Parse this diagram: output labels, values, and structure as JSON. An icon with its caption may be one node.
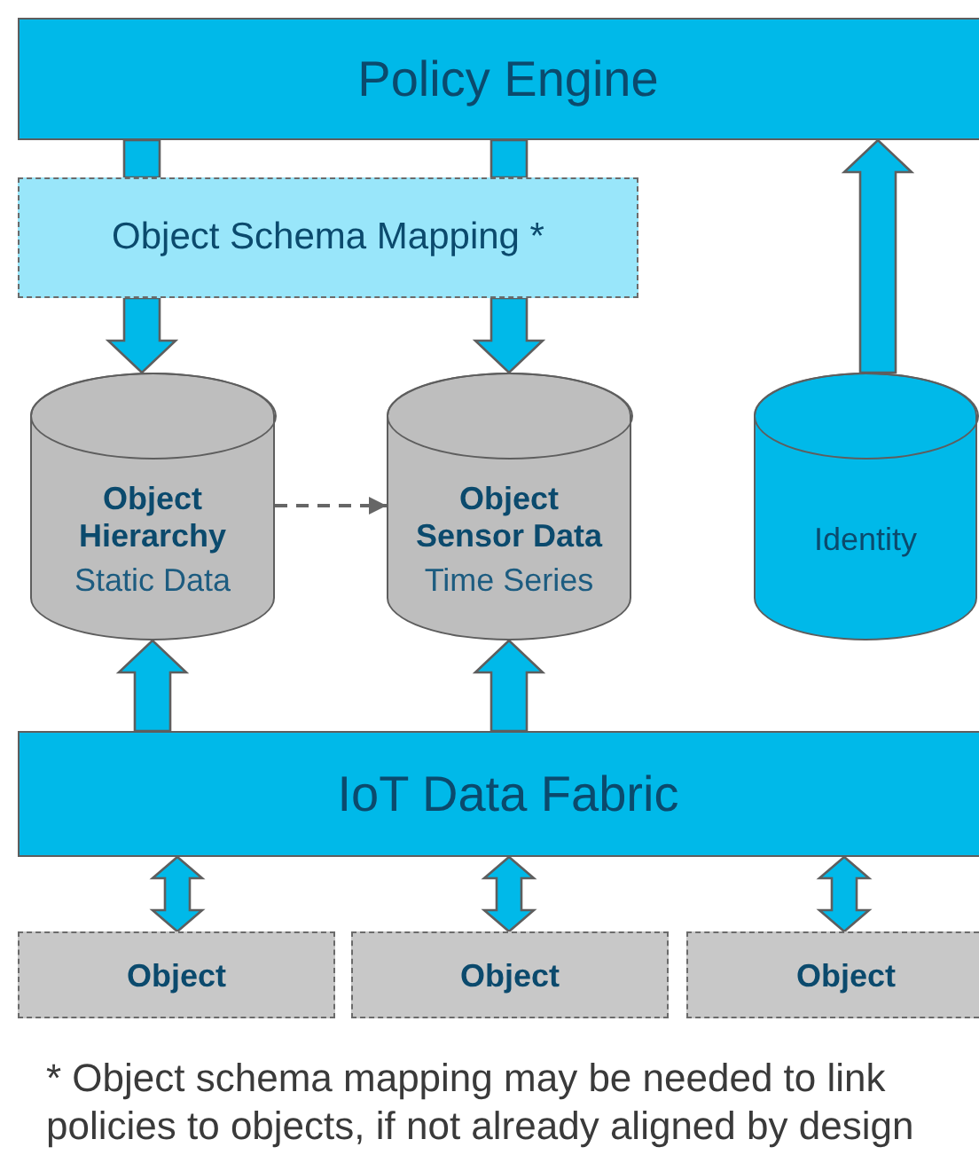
{
  "diagram": {
    "nodes": [
      {
        "text": [
          "Policy Engine"
        ]
      },
      {
        "text": [
          "Object Schema Mapping *"
        ]
      },
      {
        "text": [
          "Object Hierarchy",
          "Static Data"
        ]
      },
      {
        "text": [
          "Object Sensor Data",
          "Time Series"
        ]
      },
      {
        "text": [
          "Identity"
        ]
      },
      {
        "text": [
          "IoT Data Fabric"
        ]
      },
      {
        "text": [
          "Object"
        ]
      },
      {
        "text": [
          "Object"
        ]
      },
      {
        "text": [
          "Object"
        ]
      }
    ],
    "edges": [
      {
        "from": 0,
        "to": 1,
        "arrow": "none"
      },
      {
        "from": 0,
        "to": 1,
        "arrow": "none"
      },
      {
        "from": 1,
        "to": 2,
        "arrow": "to"
      },
      {
        "from": 1,
        "to": 3,
        "arrow": "to"
      },
      {
        "from": 4,
        "to": 0,
        "arrow": "to"
      },
      {
        "from": 2,
        "to": 3,
        "arrow": "to",
        "style": "dashed",
        "color": "#666666"
      },
      {
        "from": 5,
        "to": 2,
        "arrow": "to"
      },
      {
        "from": 5,
        "to": 3,
        "arrow": "to"
      },
      {
        "from": 5,
        "to": 6,
        "arrow": "both"
      },
      {
        "from": 5,
        "to": 7,
        "arrow": "both"
      },
      {
        "from": 5,
        "to": 8,
        "arrow": "both"
      }
    ],
    "labels": [
      "* Object schema mapping may be needed to link policies to objects, if not already aligned by design"
    ]
  }
}
